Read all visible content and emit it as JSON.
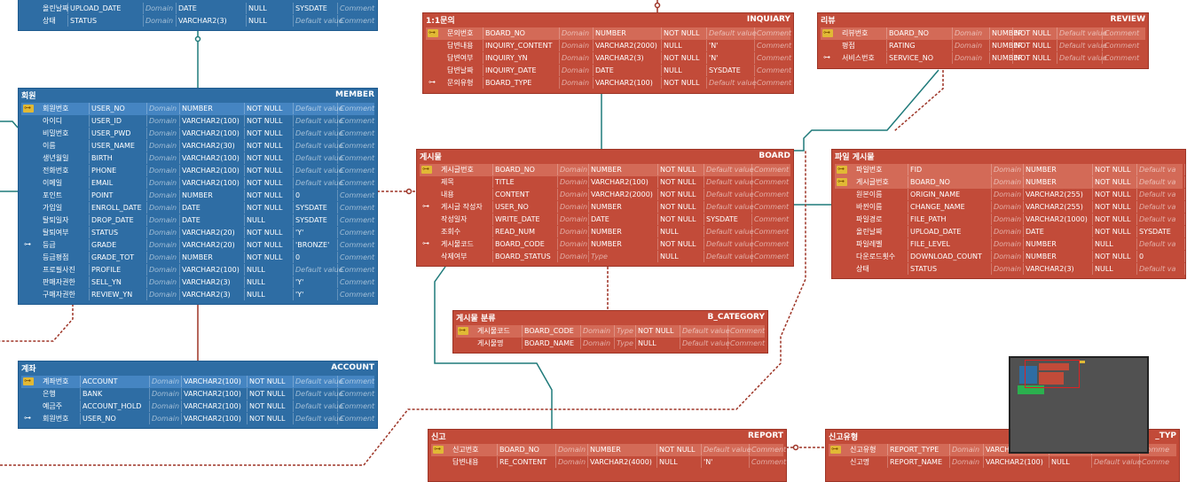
{
  "colors": {
    "blue_table": "#2e6da4",
    "red_table": "#c24b39",
    "link": "#1f7a7a",
    "dashed_link": "#9d3426"
  },
  "tables": {
    "member": {
      "label": "회원",
      "name": "MEMBER",
      "rows": [
        {
          "key": "pk",
          "kor": "회원번호",
          "col": "USER_NO",
          "domain": "Domain",
          "type": "NUMBER",
          "null": "NOT NULL",
          "default": "Default value",
          "comment": "Comment"
        },
        {
          "key": "",
          "kor": "아이디",
          "col": "USER_ID",
          "domain": "Domain",
          "type": "VARCHAR2(100)",
          "null": "NOT NULL",
          "default": "Default value",
          "comment": "Comment"
        },
        {
          "key": "",
          "kor": "비밀번호",
          "col": "USER_PWD",
          "domain": "Domain",
          "type": "VARCHAR2(100)",
          "null": "NOT NULL",
          "default": "Default value",
          "comment": "Comment"
        },
        {
          "key": "",
          "kor": "이름",
          "col": "USER_NAME",
          "domain": "Domain",
          "type": "VARCHAR2(30)",
          "null": "NOT NULL",
          "default": "Default value",
          "comment": "Comment"
        },
        {
          "key": "",
          "kor": "생년월일",
          "col": "BIRTH",
          "domain": "Domain",
          "type": "VARCHAR2(100)",
          "null": "NOT NULL",
          "default": "Default value",
          "comment": "Comment"
        },
        {
          "key": "",
          "kor": "전화번호",
          "col": "PHONE",
          "domain": "Domain",
          "type": "VARCHAR2(100)",
          "null": "NOT NULL",
          "default": "Default value",
          "comment": "Comment"
        },
        {
          "key": "",
          "kor": "이메일",
          "col": "EMAIL",
          "domain": "Domain",
          "type": "VARCHAR2(100)",
          "null": "NOT NULL",
          "default": "Default value",
          "comment": "Comment"
        },
        {
          "key": "",
          "kor": "포인트",
          "col": "POINT",
          "domain": "Domain",
          "type": "NUMBER",
          "null": "NOT NULL",
          "default": "0",
          "comment": "Comment"
        },
        {
          "key": "",
          "kor": "가입일",
          "col": "ENROLL_DATE",
          "domain": "Domain",
          "type": "DATE",
          "null": "NOT NULL",
          "default": "SYSDATE",
          "comment": "Comment"
        },
        {
          "key": "",
          "kor": "탈퇴일자",
          "col": "DROP_DATE",
          "domain": "Domain",
          "type": "DATE",
          "null": "NULL",
          "default": "SYSDATE",
          "comment": "Comment"
        },
        {
          "key": "",
          "kor": "탈퇴여부",
          "col": "STATUS",
          "domain": "Domain",
          "type": "VARCHAR2(20)",
          "null": "NOT NULL",
          "default": "'Y'",
          "comment": "Comment"
        },
        {
          "key": "fk",
          "kor": "등급",
          "col": "GRADE",
          "domain": "Domain",
          "type": "VARCHAR2(20)",
          "null": "NOT NULL",
          "default": "'BRONZE'",
          "comment": "Comment"
        },
        {
          "key": "",
          "kor": "등급평점",
          "col": "GRADE_TOT",
          "domain": "Domain",
          "type": "NUMBER",
          "null": "NOT NULL",
          "default": "0",
          "comment": "Comment"
        },
        {
          "key": "",
          "kor": "프로필사진",
          "col": "PROFILE",
          "domain": "Domain",
          "type": "VARCHAR2(100)",
          "null": "NULL",
          "default": "Default value",
          "comment": "Comment"
        },
        {
          "key": "",
          "kor": "판매자권한",
          "col": "SELL_YN",
          "domain": "Domain",
          "type": "VARCHAR2(3)",
          "null": "NULL",
          "default": "'Y'",
          "comment": "Comment"
        },
        {
          "key": "",
          "kor": "구매자권한",
          "col": "REVIEW_YN",
          "domain": "Domain",
          "type": "VARCHAR2(3)",
          "null": "NULL",
          "default": "'Y'",
          "comment": "Comment"
        }
      ]
    },
    "top_partial": {
      "label": "",
      "name": "",
      "rows": [
        {
          "key": "",
          "kor": "올린날짜",
          "col": "UPLOAD_DATE",
          "domain": "Domain",
          "type": "DATE",
          "null": "NULL",
          "default": "SYSDATE",
          "comment": "Comment"
        },
        {
          "key": "",
          "kor": "상태",
          "col": "STATUS",
          "domain": "Domain",
          "type": "VARCHAR2(3)",
          "null": "NULL",
          "default": "Default value",
          "comment": "Comment"
        }
      ]
    },
    "account": {
      "label": "계좌",
      "name": "ACCOUNT",
      "rows": [
        {
          "key": "pk",
          "kor": "계좌번호",
          "col": "ACCOUNT",
          "domain": "Domain",
          "type": "VARCHAR2(100)",
          "null": "NOT NULL",
          "default": "Default value",
          "comment": "Comment"
        },
        {
          "key": "",
          "kor": "은행",
          "col": "BANK",
          "domain": "Domain",
          "type": "VARCHAR2(100)",
          "null": "NOT NULL",
          "default": "Default value",
          "comment": "Comment"
        },
        {
          "key": "",
          "kor": "예금주",
          "col": "ACCOUNT_HOLD",
          "domain": "Domain",
          "type": "VARCHAR2(100)",
          "null": "NOT NULL",
          "default": "Default value",
          "comment": "Comment"
        },
        {
          "key": "fk",
          "kor": "회원번호",
          "col": "USER_NO",
          "domain": "Domain",
          "type": "VARCHAR2(100)",
          "null": "NOT NULL",
          "default": "Default value",
          "comment": "Comment"
        }
      ]
    },
    "inquiary": {
      "label": "1:1문의",
      "name": "INQUIARY",
      "rows": [
        {
          "key": "pk",
          "kor": "문의번호",
          "col": "BOARD_NO",
          "domain": "Domain",
          "type": "NUMBER",
          "null": "NOT NULL",
          "default": "Default value",
          "comment": "Comment"
        },
        {
          "key": "",
          "kor": "답변내용",
          "col": "INQUIRY_CONTENT",
          "domain": "Domain",
          "type": "VARCHAR2(2000)",
          "null": "NULL",
          "default": "'N'",
          "comment": "Comment"
        },
        {
          "key": "",
          "kor": "답변여부",
          "col": "INQUIRY_YN",
          "domain": "Domain",
          "type": "VARCHAR2(3)",
          "null": "NOT NULL",
          "default": "'N'",
          "comment": "Comment"
        },
        {
          "key": "",
          "kor": "답변날짜",
          "col": "INQUIRY_DATE",
          "domain": "Domain",
          "type": "DATE",
          "null": "NULL",
          "default": "SYSDATE",
          "comment": "Comment"
        },
        {
          "key": "fk",
          "kor": "문의유형",
          "col": "BOARD_TYPE",
          "domain": "Domain",
          "type": "VARCHAR2(100)",
          "null": "NOT NULL",
          "default": "Default value",
          "comment": "Comment"
        }
      ]
    },
    "review": {
      "label": "리뷰",
      "name": "REVIEW",
      "rows": [
        {
          "key": "pk",
          "kor": "리뷰번호",
          "col": "BOARD_NO",
          "domain": "Domain",
          "type": "NUMBER",
          "null": "NOT NULL",
          "default": "Default value",
          "comment": "Comment"
        },
        {
          "key": "",
          "kor": "평점",
          "col": "RATING",
          "domain": "Domain",
          "type": "NUMBER",
          "null": "NOT NULL",
          "default": "Default value",
          "comment": "Comment"
        },
        {
          "key": "fk",
          "kor": "서비스번호",
          "col": "SERVICE_NO",
          "domain": "Domain",
          "type": "NUMBER",
          "null": "NOT NULL",
          "default": "Default value",
          "comment": "Comment"
        }
      ]
    },
    "board": {
      "label": "게시물",
      "name": "BOARD",
      "rows": [
        {
          "key": "pk",
          "kor": "게시글번호",
          "col": "BOARD_NO",
          "domain": "Domain",
          "type": "NUMBER",
          "null": "NOT NULL",
          "default": "Default value",
          "comment": "Comment"
        },
        {
          "key": "",
          "kor": "제목",
          "col": "TITLE",
          "domain": "Domain",
          "type": "VARCHAR2(100)",
          "null": "NOT NULL",
          "default": "Default value",
          "comment": "Comment"
        },
        {
          "key": "",
          "kor": "내용",
          "col": "CONTENT",
          "domain": "Domain",
          "type": "VARCHAR2(2000)",
          "null": "NOT NULL",
          "default": "Default value",
          "comment": "Comment"
        },
        {
          "key": "fk",
          "kor": "게시글 작성자",
          "col": "USER_NO",
          "domain": "Domain",
          "type": "NUMBER",
          "null": "NOT NULL",
          "default": "Default value",
          "comment": "Comment"
        },
        {
          "key": "",
          "kor": "작성일자",
          "col": "WRITE_DATE",
          "domain": "Domain",
          "type": "DATE",
          "null": "NOT NULL",
          "default": "SYSDATE",
          "comment": "Comment"
        },
        {
          "key": "",
          "kor": "조회수",
          "col": "READ_NUM",
          "domain": "Domain",
          "type": "NUMBER",
          "null": "NULL",
          "default": "Default value",
          "comment": "Comment"
        },
        {
          "key": "fk",
          "kor": "게시물코드",
          "col": "BOARD_CODE",
          "domain": "Domain",
          "type": "NUMBER",
          "null": "NOT NULL",
          "default": "Default value",
          "comment": "Comment"
        },
        {
          "key": "",
          "kor": "삭제여부",
          "col": "BOARD_STATUS",
          "domain": "Domain",
          "type": "Type",
          "null": "NULL",
          "default": "Default value",
          "comment": "Comment"
        }
      ]
    },
    "file": {
      "label": "파일 게시물",
      "name": "",
      "rows": [
        {
          "key": "pk",
          "kor": "파일번호",
          "col": "FID",
          "domain": "Domain",
          "type": "NUMBER",
          "null": "NOT NULL",
          "default": "Default va",
          "comment": ""
        },
        {
          "key": "pk",
          "kor": "게시글번호",
          "col": "BOARD_NO",
          "domain": "Domain",
          "type": "NUMBER",
          "null": "NOT NULL",
          "default": "Default va",
          "comment": ""
        },
        {
          "key": "",
          "kor": "원본이름",
          "col": "ORIGIN_NAME",
          "domain": "Domain",
          "type": "VARCHAR2(255)",
          "null": "NOT NULL",
          "default": "Default va",
          "comment": ""
        },
        {
          "key": "",
          "kor": "바뀐이름",
          "col": "CHANGE_NAME",
          "domain": "Domain",
          "type": "VARCHAR2(255)",
          "null": "NOT NULL",
          "default": "Default va",
          "comment": ""
        },
        {
          "key": "",
          "kor": "파일경로",
          "col": "FILE_PATH",
          "domain": "Domain",
          "type": "VARCHAR2(1000)",
          "null": "NOT NULL",
          "default": "Default va",
          "comment": ""
        },
        {
          "key": "",
          "kor": "올린날짜",
          "col": "UPLOAD_DATE",
          "domain": "Domain",
          "type": "DATE",
          "null": "NOT NULL",
          "default": "SYSDATE",
          "comment": ""
        },
        {
          "key": "",
          "kor": "파일레벨",
          "col": "FILE_LEVEL",
          "domain": "Domain",
          "type": "NUMBER",
          "null": "NULL",
          "default": "Default va",
          "comment": ""
        },
        {
          "key": "",
          "kor": "다운로드횟수",
          "col": "DOWNLOAD_COUNT",
          "domain": "Domain",
          "type": "NUMBER",
          "null": "NOT NULL",
          "default": "0",
          "comment": ""
        },
        {
          "key": "",
          "kor": "상태",
          "col": "STATUS",
          "domain": "Domain",
          "type": "VARCHAR2(3)",
          "null": "NULL",
          "default": "Default va",
          "comment": ""
        }
      ]
    },
    "bcategory": {
      "label": "게시물 분류",
      "name": "B_CATEGORY",
      "rows": [
        {
          "key": "pk",
          "kor": "게시물코드",
          "col": "BOARD_CODE",
          "domain": "Domain",
          "type": "Type",
          "null": "NOT NULL",
          "default": "Default value",
          "comment": "Comment"
        },
        {
          "key": "",
          "kor": "게시물명",
          "col": "BOARD_NAME",
          "domain": "Domain",
          "type": "Type",
          "null": "NULL",
          "default": "Default value",
          "comment": "Comment"
        }
      ]
    },
    "report": {
      "label": "신고",
      "name": "REPORT",
      "rows": [
        {
          "key": "pk",
          "kor": "신고번호",
          "col": "BOARD_NO",
          "domain": "Domain",
          "type": "NUMBER",
          "null": "NOT NULL",
          "default": "Default value",
          "comment": "Comment"
        },
        {
          "key": "",
          "kor": "답변내용",
          "col": "RE_CONTENT",
          "domain": "Domain",
          "type": "VARCHAR2(4000)",
          "null": "NULL",
          "default": "'N'",
          "comment": "Comment"
        }
      ]
    },
    "reporttype": {
      "label": "신고유형",
      "name": "_TYP",
      "rows": [
        {
          "key": "pk",
          "kor": "신고유형",
          "col": "REPORT_TYPE",
          "domain": "Domain",
          "type": "VARCHAR2(100)",
          "null": "NOT NULL",
          "default": "Default value",
          "comment": "Comme"
        },
        {
          "key": "",
          "kor": "신고명",
          "col": "REPORT_NAME",
          "domain": "Domain",
          "type": "VARCHAR2(100)",
          "null": "NULL",
          "default": "Default value",
          "comment": "Comme"
        }
      ]
    }
  }
}
